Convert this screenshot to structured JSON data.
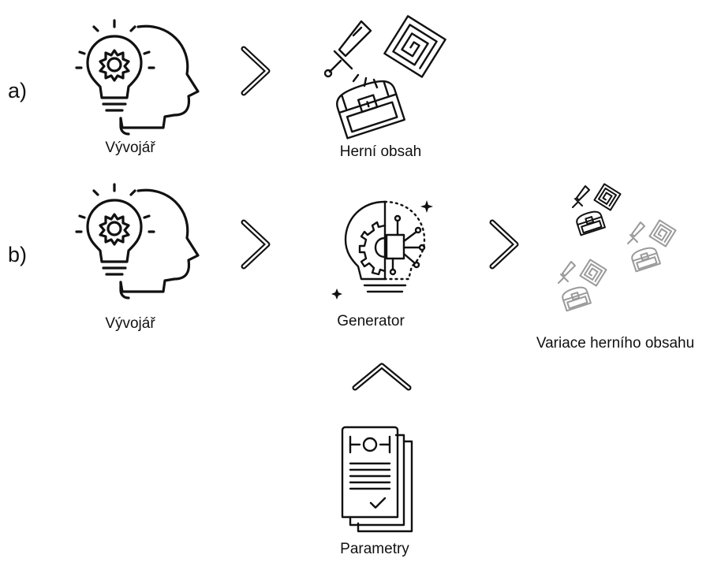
{
  "rows": {
    "a": {
      "label": "a)"
    },
    "b": {
      "label": "b)"
    }
  },
  "nodes": {
    "developer_a": {
      "caption": "Vývojář",
      "icon": "developer-head-lightbulb-icon"
    },
    "content": {
      "caption": "Herní obsah",
      "icon": "game-content-icon"
    },
    "developer_b": {
      "caption": "Vývojář",
      "icon": "developer-head-lightbulb-icon"
    },
    "generator": {
      "caption": "Generator",
      "icon": "generator-bulb-gear-circuit-icon"
    },
    "variations": {
      "caption": "Variace herního obsahu",
      "icon": "game-content-variations-icon"
    },
    "parameters": {
      "caption": "Parametry",
      "icon": "document-checklist-icon"
    }
  },
  "colors": {
    "ink": "#111111",
    "faded": "#9a9a9a",
    "background": "#ffffff"
  }
}
